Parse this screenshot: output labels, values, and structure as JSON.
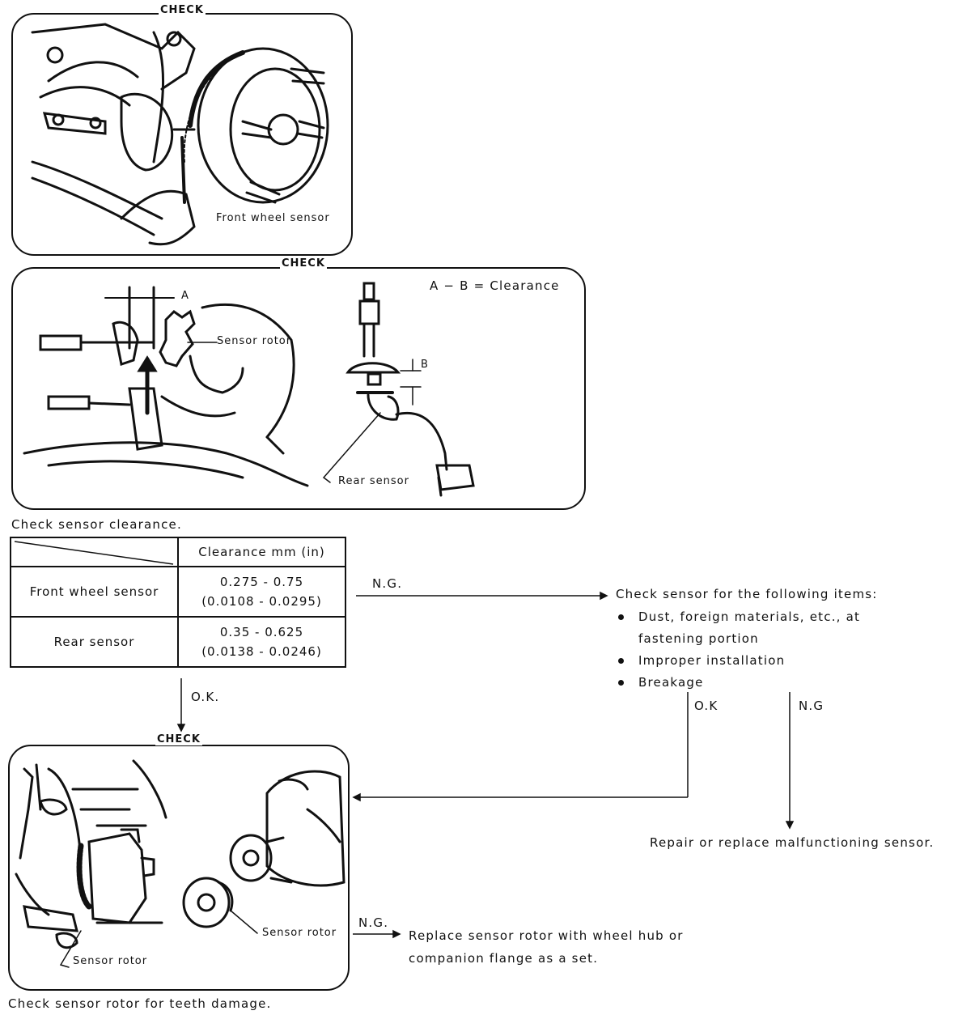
{
  "panel1": {
    "check_label": "CHECK",
    "sensor_label": "Front wheel sensor"
  },
  "panel2": {
    "check_label": "CHECK",
    "formula": "A − B = Clearance",
    "label_a": "A",
    "label_b": "B",
    "rotor_label": "Sensor rotor",
    "rear_label": "Rear sensor"
  },
  "caption1": "Check sensor clearance.",
  "table": {
    "header": "Clearance  mm (in)",
    "rows": [
      {
        "name": "Front wheel sensor",
        "line1": "0.275 - 0.75",
        "line2": "(0.0108 - 0.0295)"
      },
      {
        "name": "Rear sensor",
        "line1": "0.35 - 0.625",
        "line2": "(0.0138 - 0.0246)"
      }
    ]
  },
  "flow": {
    "ng1": "N.G.",
    "ok1": "O.K.",
    "check_items_title": "Check sensor for the following items:",
    "items": [
      "Dust, foreign materials, etc., at",
      "fastening portion",
      "Improper installation",
      "Breakage"
    ],
    "ok2": "O.K",
    "ng2": "N.G",
    "repair": "Repair or replace malfunctioning sensor.",
    "ng3": "N.G.",
    "replace_line1": "Replace sensor rotor with wheel hub or",
    "replace_line2": "companion flange as a set."
  },
  "panel3": {
    "check_label": "CHECK",
    "rotor_label_1": "Sensor rotor",
    "rotor_label_2": "Sensor rotor"
  },
  "caption2": "Check sensor rotor for teeth damage."
}
